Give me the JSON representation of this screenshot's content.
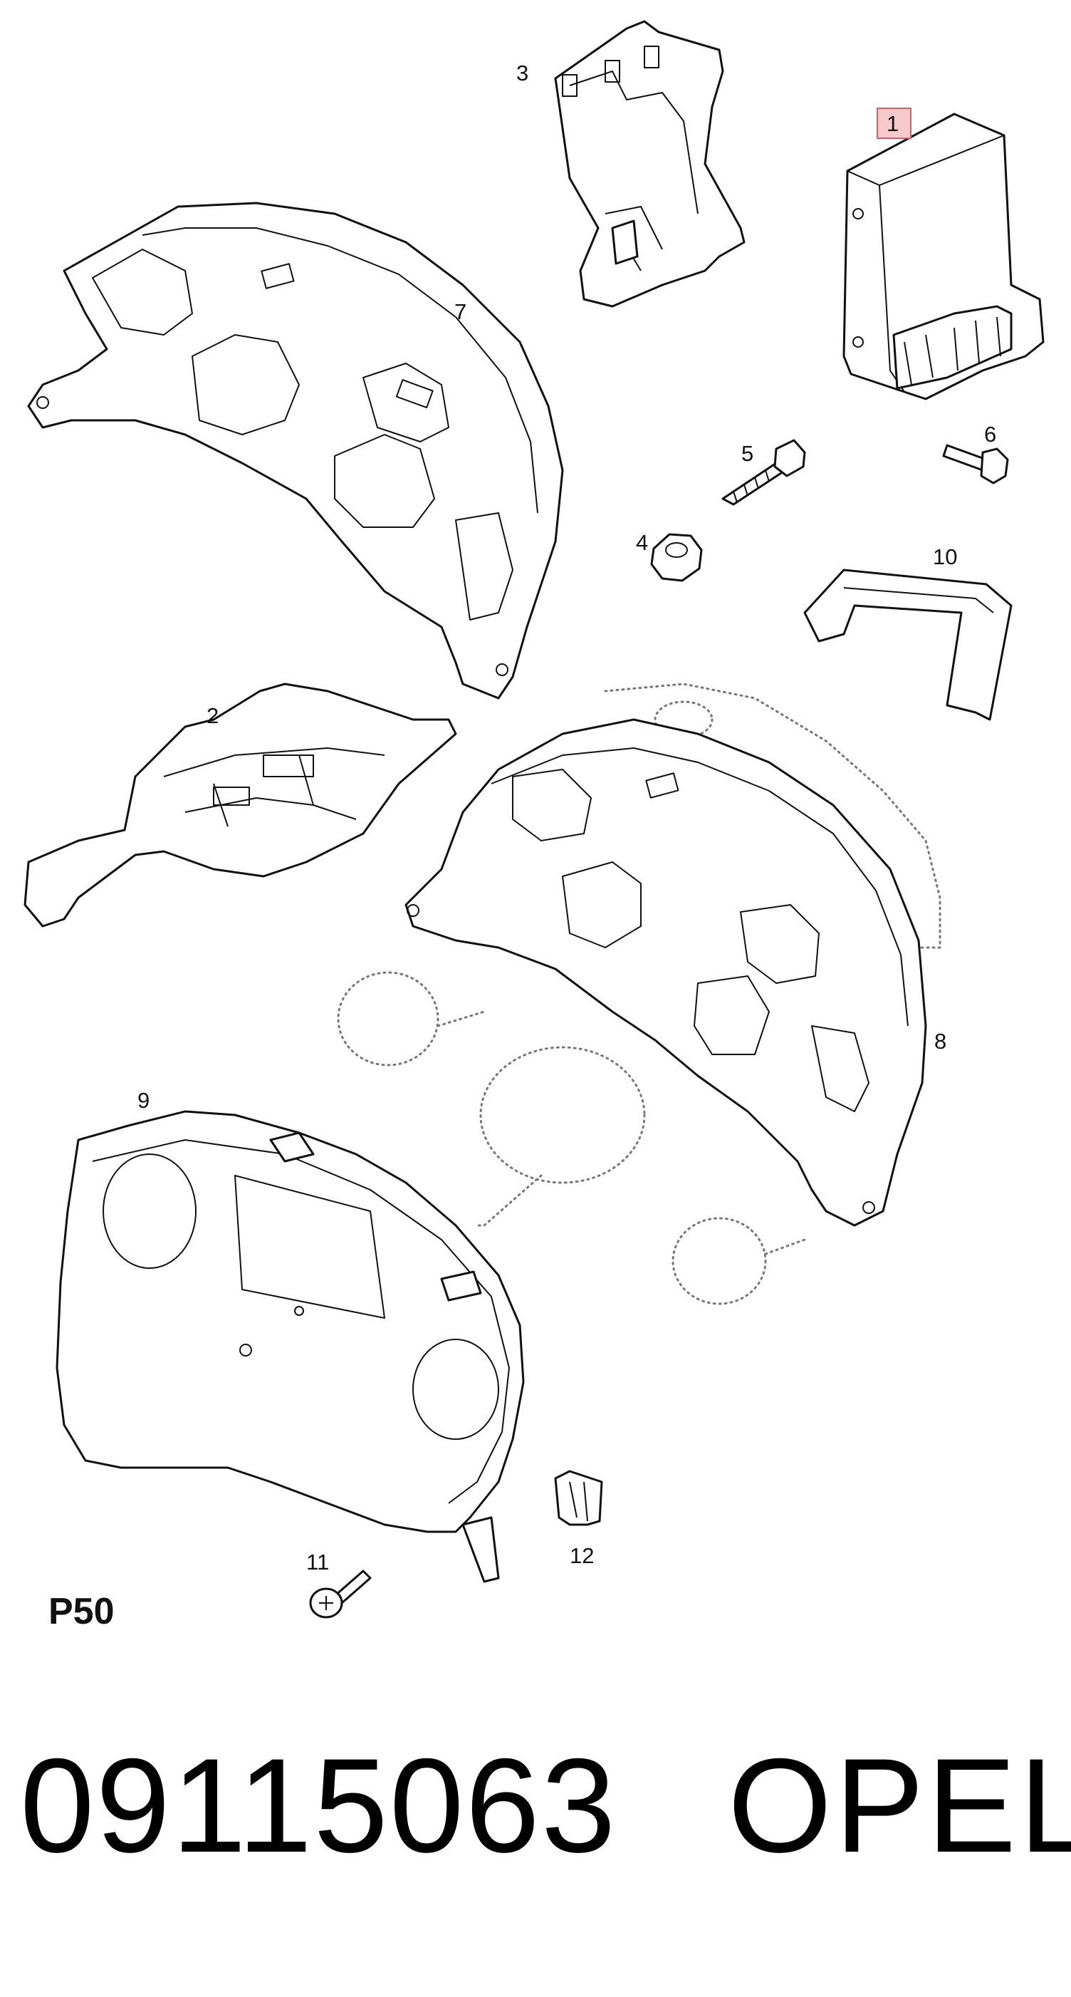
{
  "diagram": {
    "callouts": {
      "c1": "1",
      "c2": "2",
      "c3": "3",
      "c4": "4",
      "c5": "5",
      "c6": "6",
      "c7": "7",
      "c8": "8",
      "c9": "9",
      "c10": "10",
      "c11": "11",
      "c12": "12"
    },
    "highlighted_callout": "1",
    "highlight_color": "#f6c9cc",
    "page_code": "P50"
  },
  "footer": {
    "part_number": "09115063",
    "brand": "OPEL"
  }
}
